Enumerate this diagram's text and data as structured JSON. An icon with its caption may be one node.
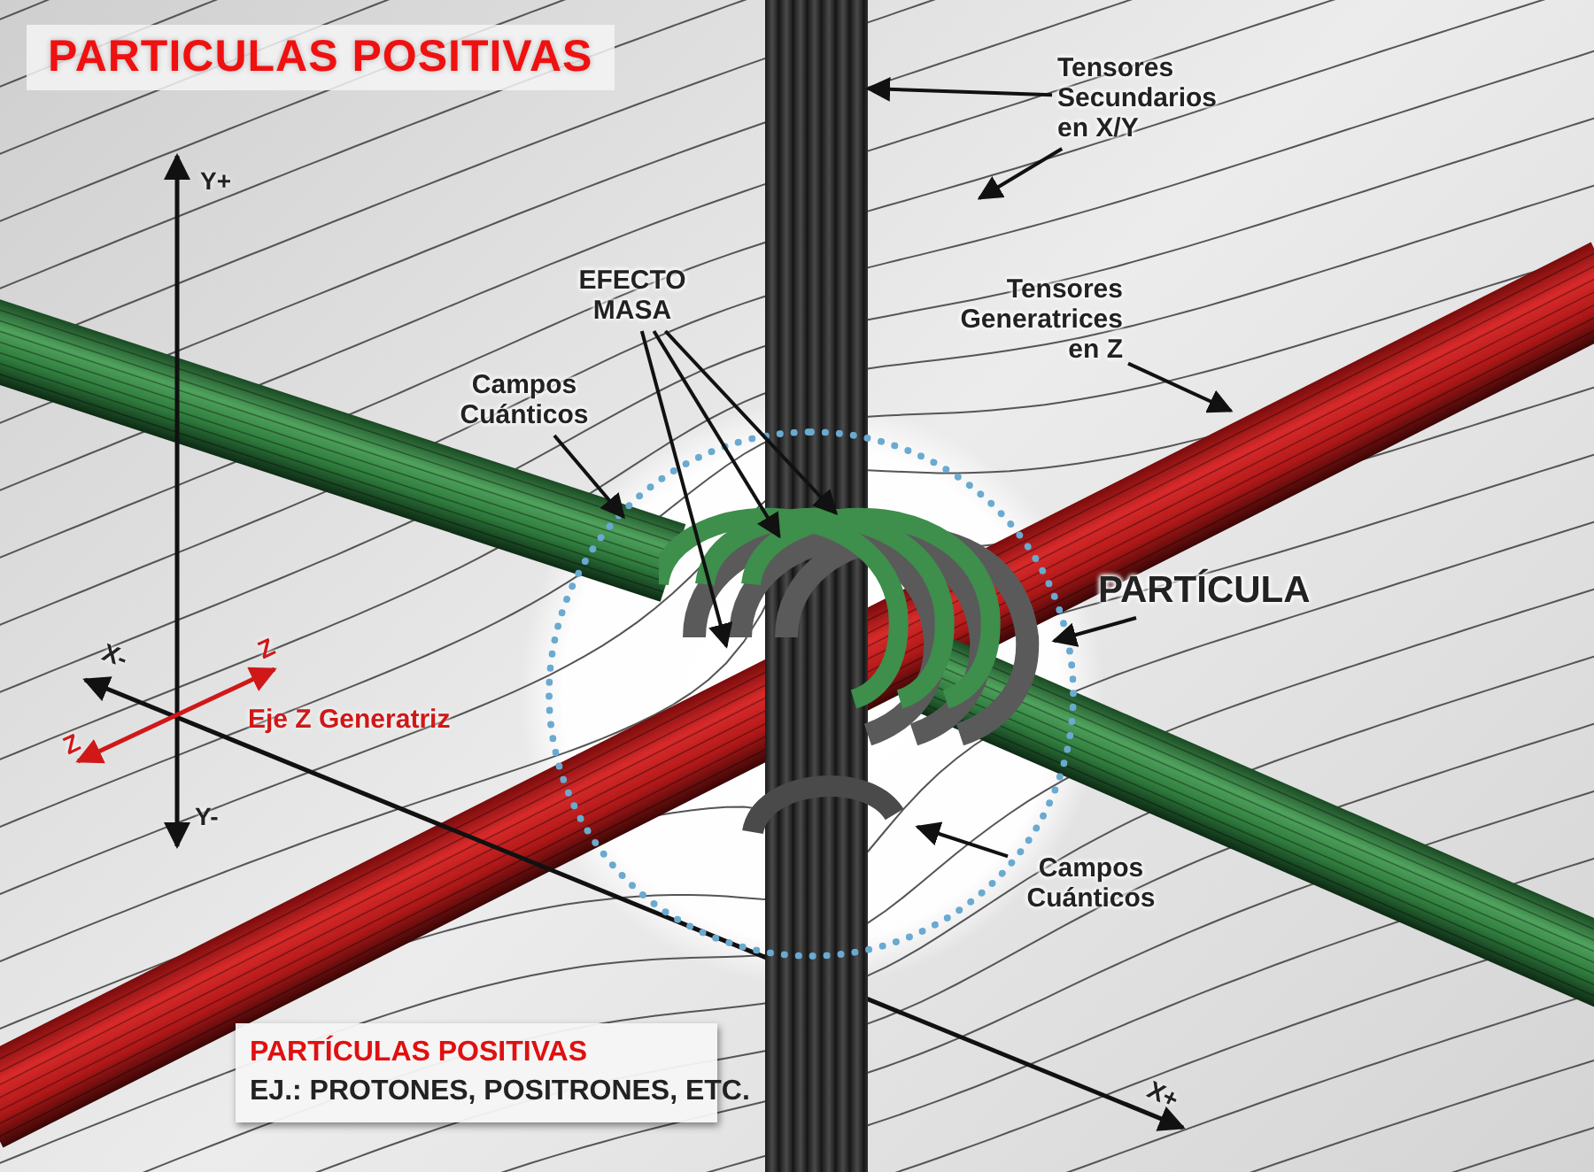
{
  "diagram": {
    "title": "PARTICULAS POSITIVAS",
    "nodes": [
      {
        "text": [
          "Tensores Secundarios en X/Y"
        ]
      },
      {
        "text": [
          "Tensores Generatrices en Z"
        ]
      },
      {
        "text": [
          "EFECTO MASA"
        ]
      },
      {
        "text": [
          "Campos Cuánticos"
        ]
      },
      {
        "text": [
          "PARTÍCULA"
        ]
      },
      {
        "text": [
          "Campos Cuánticos"
        ]
      },
      {
        "text": [],
        "shape": "bar"
      },
      {
        "text": [],
        "shape": "circle"
      },
      {
        "text": [],
        "shape": "picture",
        "in": 7
      },
      {
        "text": [
          "PARTÍCULAS POSITIVAS",
          "EJ.: PROTONES, POSITRONES, ETC."
        ]
      }
    ],
    "edges": [
      {
        "from": 0,
        "to": 6,
        "arrow": "to"
      },
      {
        "from": 0,
        "to": null,
        "arrow": "to"
      },
      {
        "from": 1,
        "to": null,
        "arrow": "to"
      },
      {
        "from": 2,
        "to": 8,
        "arrow": "to"
      },
      {
        "from": 2,
        "to": 8,
        "arrow": "to"
      },
      {
        "from": 2,
        "to": 8,
        "arrow": "to"
      },
      {
        "from": 3,
        "to": 7,
        "arrow": "to"
      },
      {
        "from": 4,
        "to": 7,
        "arrow": "to"
      },
      {
        "from": 5,
        "to": 7,
        "arrow": "to"
      }
    ],
    "labels": [
      "Y+",
      "X-",
      "Z",
      "Eje Z Generatriz",
      "Z",
      "Y-",
      "X+"
    ]
  }
}
